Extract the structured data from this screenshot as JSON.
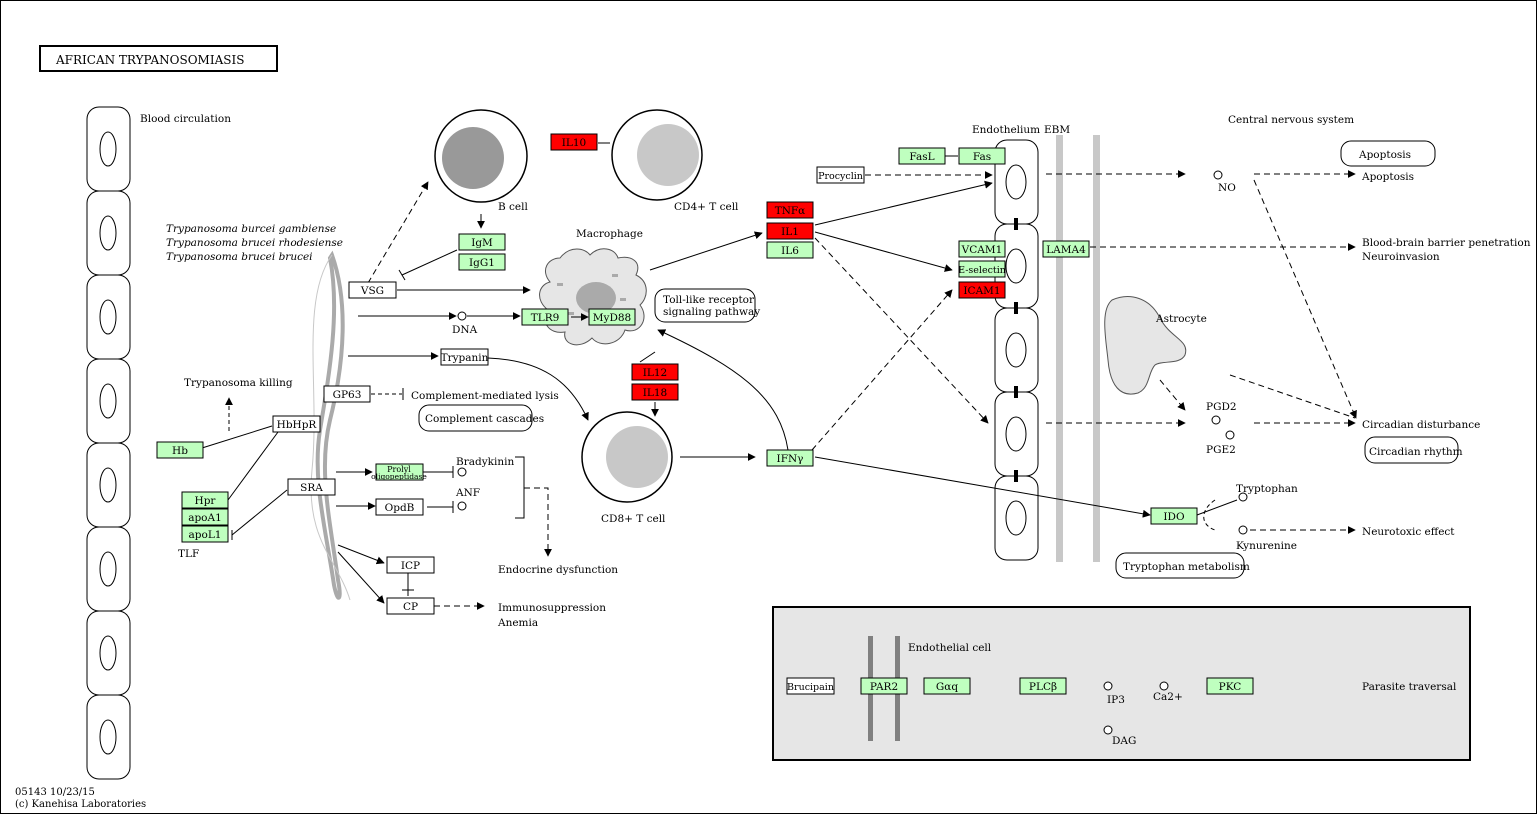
{
  "title": "AFRICAN  TRYPANOSOMIASIS",
  "footer": {
    "line1": "05143 10/23/15",
    "line2": "(c) Kanehisa Laboratories"
  },
  "colors": {
    "gene_green": "#bfffbf",
    "gene_red": "#ff0000",
    "cell_gray": "#c8c8c8",
    "panel_bg": "#e6e6e6"
  },
  "labels": {
    "blood_circulation": "Blood circulation",
    "trypanosoma_species": [
      "Trypanosoma burcei gambiense",
      "Trypanosoma brucei rhodesiense",
      "Trypanosoma brucei brucei"
    ],
    "trypanosoma_killing": "Trypanosoma killing",
    "tlf": "TLF",
    "b_cell": "B cell",
    "cd4_t_cell": "CD4+ T cell",
    "cd8_t_cell": "CD8+ T cell",
    "macrophage": "Macrophage",
    "dna": "DNA",
    "complement_lysis": "Complement-mediated lysis",
    "bradykinin": "Bradykinin",
    "anf": "ANF",
    "endocrine_dysfunction": "Endocrine dysfunction",
    "immunosuppression": "Immunosuppression",
    "anemia": "Anemia",
    "endothelium": "Endothelium",
    "ebm": "EBM",
    "central_nervous_system": "Central nervous system",
    "no": "NO",
    "apoptosis": "Apoptosis",
    "bbb_penetration": "Blood-brain barrier penetration",
    "neuroinvasion": "Neuroinvasion",
    "astrocyte": "Astrocyte",
    "pgd2": "PGD2",
    "pge2": "PGE2",
    "circadian_disturbance": "Circadian disturbance",
    "tryptophan": "Tryptophan",
    "kynurenine": "Kynurenine",
    "neurotoxic_effect": "Neurotoxic effect",
    "endothelial_cell": "Endothelial cell",
    "ip3": "IP3",
    "ca2": "Ca2+",
    "dag": "DAG",
    "parasite_traversal": "Parasite traversal"
  },
  "genes": {
    "il10": "IL10",
    "igm": "IgM",
    "igg1": "IgG1",
    "vsg": "VSG",
    "tlr9": "TLR9",
    "myd88": "MyD88",
    "trypanin": "Trypanin",
    "gp63": "GP63",
    "hbhpr": "HbHpR",
    "hb": "Hb",
    "hpr": "Hpr",
    "apoa1": "apoA1",
    "apol1": "apoL1",
    "sra": "SRA",
    "prolyl": "Prolyl",
    "oligopeptidase": "oligopeptidase",
    "opdb": "OpdB",
    "icp": "ICP",
    "cp": "CP",
    "tnfa": "TNFα",
    "il1": "IL1",
    "il6": "IL6",
    "il12": "IL12",
    "il18": "IL18",
    "ifng": "IFNγ",
    "procyclin": "Procyclin",
    "fasl": "FasL",
    "fas": "Fas",
    "vcam1": "VCAM1",
    "e_selectin": "E-selectin",
    "icam1": "ICAM1",
    "lama4": "LAMA4",
    "ido": "IDO",
    "brucipain": "Brucipain",
    "par2": "PAR2",
    "gaq": "Gαq",
    "plcb": "PLCβ",
    "pkc": "PKC"
  },
  "pathways": {
    "complement_cascades": "Complement cascades",
    "toll_like_receptor": [
      "Toll-like receptor",
      "signaling pathway"
    ],
    "apoptosis": "Apoptosis",
    "circadian_rhythm": "Circadian rhythm",
    "tryptophan_metabolism": "Tryptophan metabolism"
  }
}
